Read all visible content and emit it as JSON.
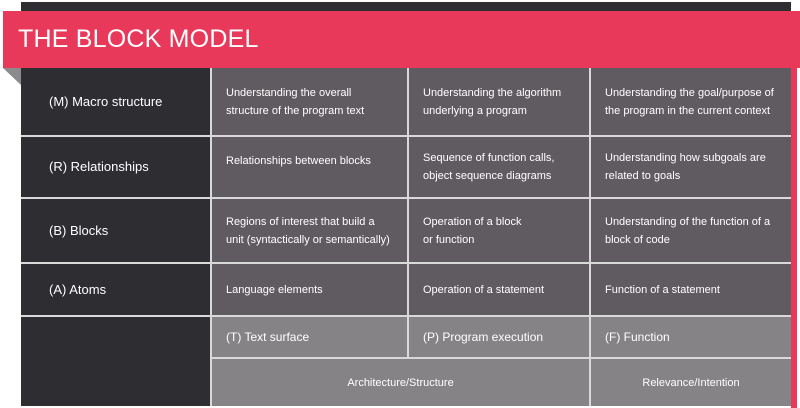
{
  "title": "THE BLOCK MODEL",
  "colors": {
    "accent": "#e8395a",
    "dark": "#2e2d32",
    "mid": "#605b61",
    "light": "#858386"
  },
  "rows": [
    {
      "label": "(M) Macro structure",
      "cells": [
        "Understanding the overall structure of the program text",
        "Understanding the algorithm underlying  a program",
        "Understanding the goal/purpose of the program in the current context"
      ]
    },
    {
      "label": "(R) Relationships",
      "cells": [
        "Relationships between blocks",
        "Sequence of function calls, object sequence diagrams",
        "Understanding how subgoals are related to goals"
      ]
    },
    {
      "label": "(B) Blocks",
      "cells": [
        "Regions of interest that build a unit (syntactically or semantically)",
        "Operation of a block or function",
        "Understanding of the function of a block of code"
      ]
    },
    {
      "label": "(A) Atoms",
      "cells": [
        "Language elements",
        "Operation of a statement",
        "Function of a statement"
      ]
    }
  ],
  "dimensions": [
    "(T) Text surface",
    "(P) Program execution",
    "(F) Function"
  ],
  "groups": [
    "Architecture/Structure",
    "Relevance/Intention"
  ]
}
